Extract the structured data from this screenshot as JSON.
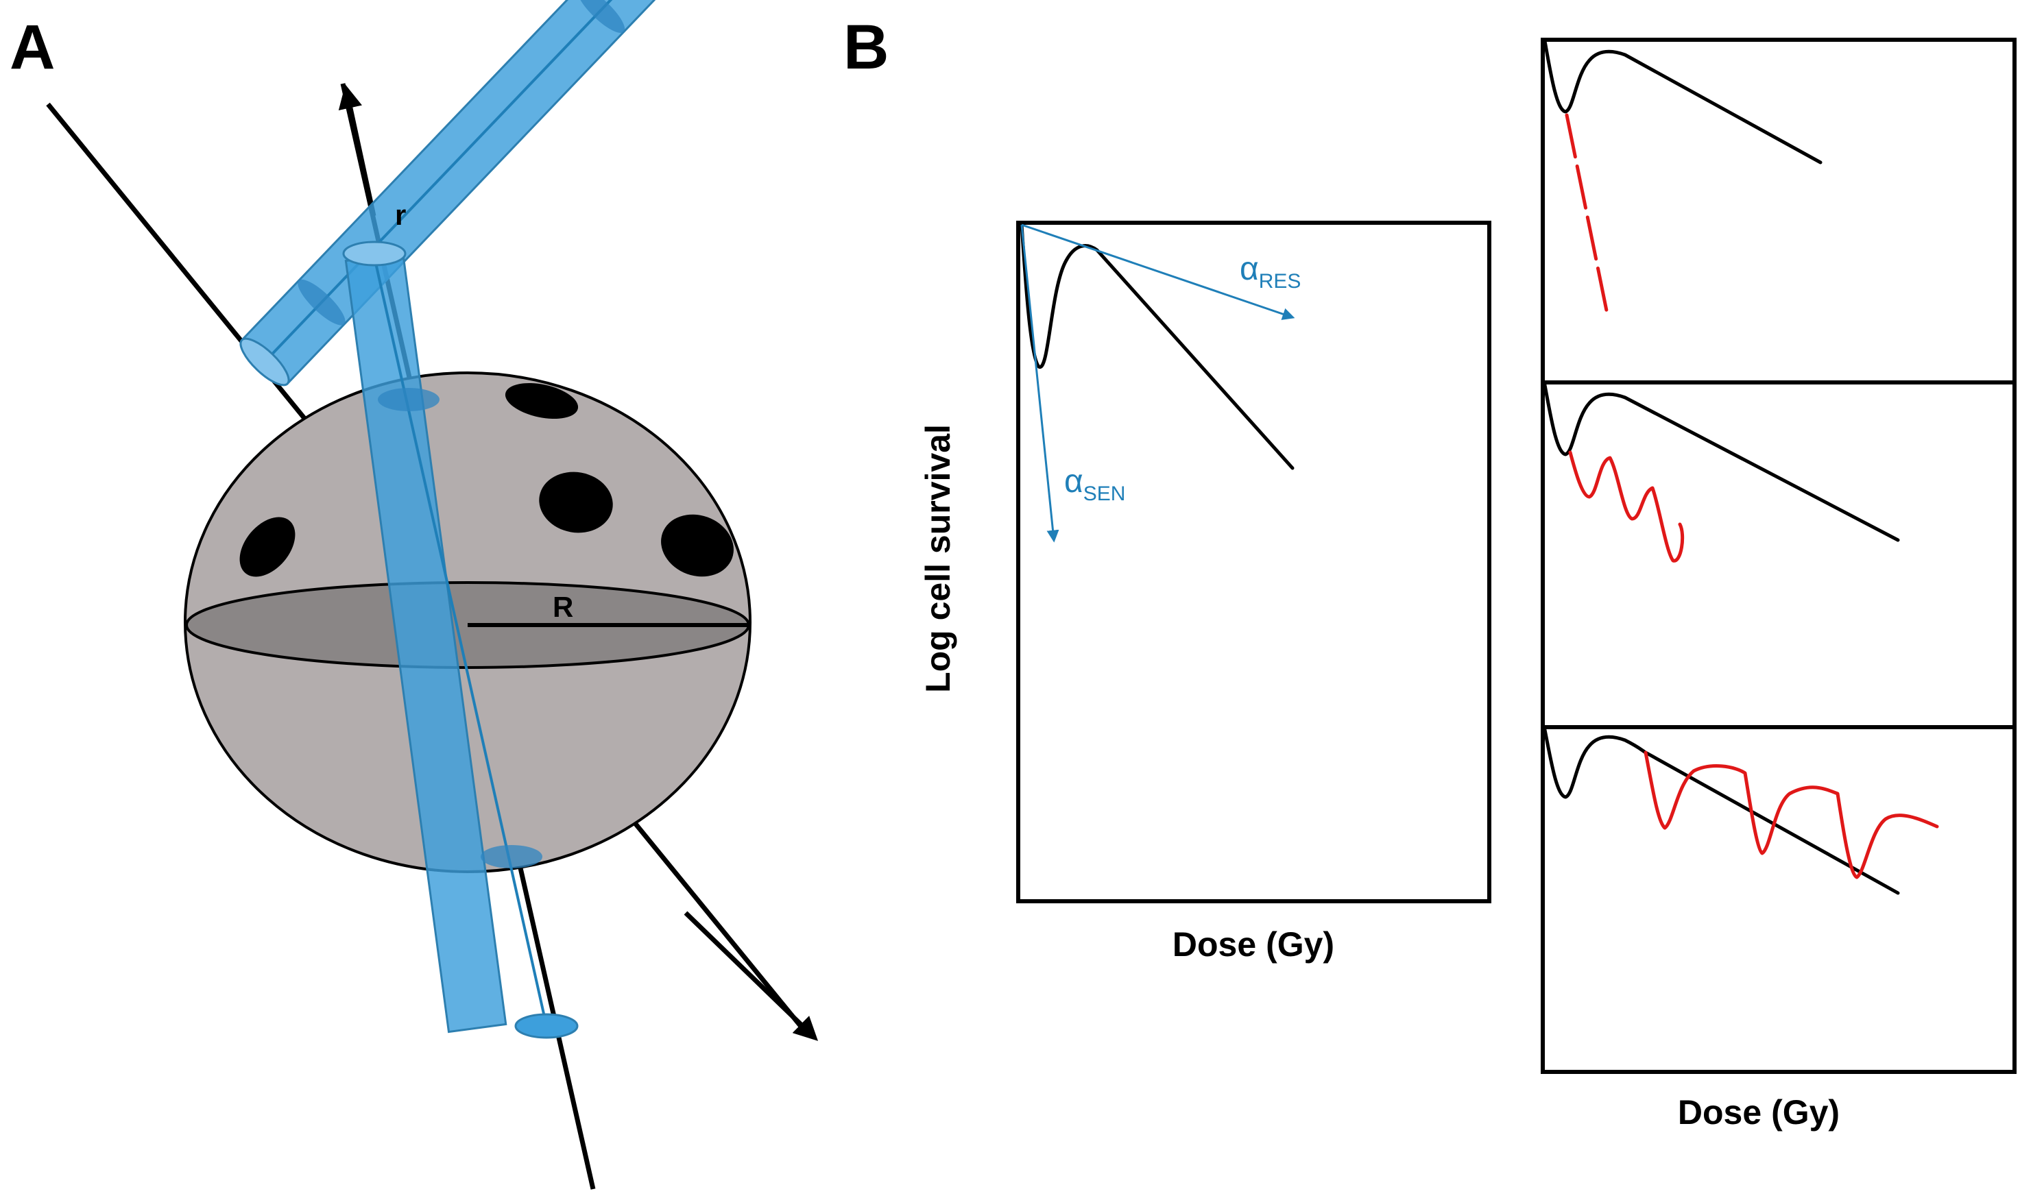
{
  "panel_a": {
    "letter": "A",
    "labels": {
      "track_radius": "r",
      "nucleus_radius": "R"
    },
    "colors": {
      "sphere": "#b3adad",
      "sphere_equator": "#8a8686",
      "track": "#3d9fdc",
      "track_core": "#1f7fb8",
      "dots": "#000000"
    }
  },
  "panel_b": {
    "letter": "B",
    "main_plot": {
      "ylabel": "Log cell survival",
      "xlabel": "Dose (Gy)",
      "slopes": {
        "res": {
          "symbol": "α",
          "subscript": "RES"
        },
        "sen": {
          "symbol": "α",
          "subscript": "SEN"
        }
      }
    },
    "stacked_plots": {
      "xlabel": "Dose (Gy)",
      "count": 3
    },
    "colors": {
      "curve": "#000000",
      "fraction_curve": "#e01818",
      "slope_arrow": "#1f7fb8"
    }
  }
}
